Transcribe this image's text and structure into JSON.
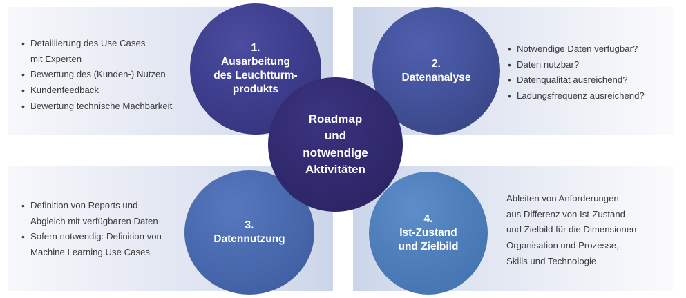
{
  "diagram": {
    "title": "Roadmap und notwendige Aktivitäten",
    "center": {
      "label": "Roadmap\nund\nnotwendige\nAktivitäten",
      "color": "#2b2566"
    },
    "steps": [
      {
        "number": "1.",
        "label": "1.\nAusarbeitung\ndes Leuchtturm-\nprodukts",
        "color": "#3f3f90",
        "position": "top-left"
      },
      {
        "number": "2.",
        "label": "2.\nDatenanalyse",
        "color": "#44539c",
        "position": "top-right"
      },
      {
        "number": "3.",
        "label": "3.\nDatennutzung",
        "color": "#4b6bb0",
        "position": "bottom-left"
      },
      {
        "number": "4.",
        "label": "4.\nIst-Zustand\nund Zielbild",
        "color": "#4f80bc",
        "position": "bottom-right"
      }
    ],
    "notes": {
      "top_left": {
        "type": "bullets",
        "items": [
          "Detaillierung des Use Cases\nmit Experten",
          "Bewertung des (Kunden-) Nutzen",
          "Kundenfeedback",
          "Bewertung technische Machbarkeit"
        ]
      },
      "top_right": {
        "type": "bullets",
        "items": [
          "Notwendige Daten verfügbar?",
          "Daten nutzbar?",
          "Datenqualität ausreichend?",
          "Ladungsfrequenz ausreichend?"
        ]
      },
      "bottom_left": {
        "type": "bullets",
        "items": [
          "Definition von Reports und\nAbgleich mit verfügbaren Daten",
          "Sofern notwendig: Definition von\nMachine Learning Use Cases"
        ]
      },
      "bottom_right": {
        "type": "paragraph",
        "text": "Ableiten von Anforderungen\naus Differenz von Ist-Zustand\nund Zielbild für die Dimensionen\nOrganisation und Prozesse,\nSkills und Technologie"
      }
    }
  }
}
